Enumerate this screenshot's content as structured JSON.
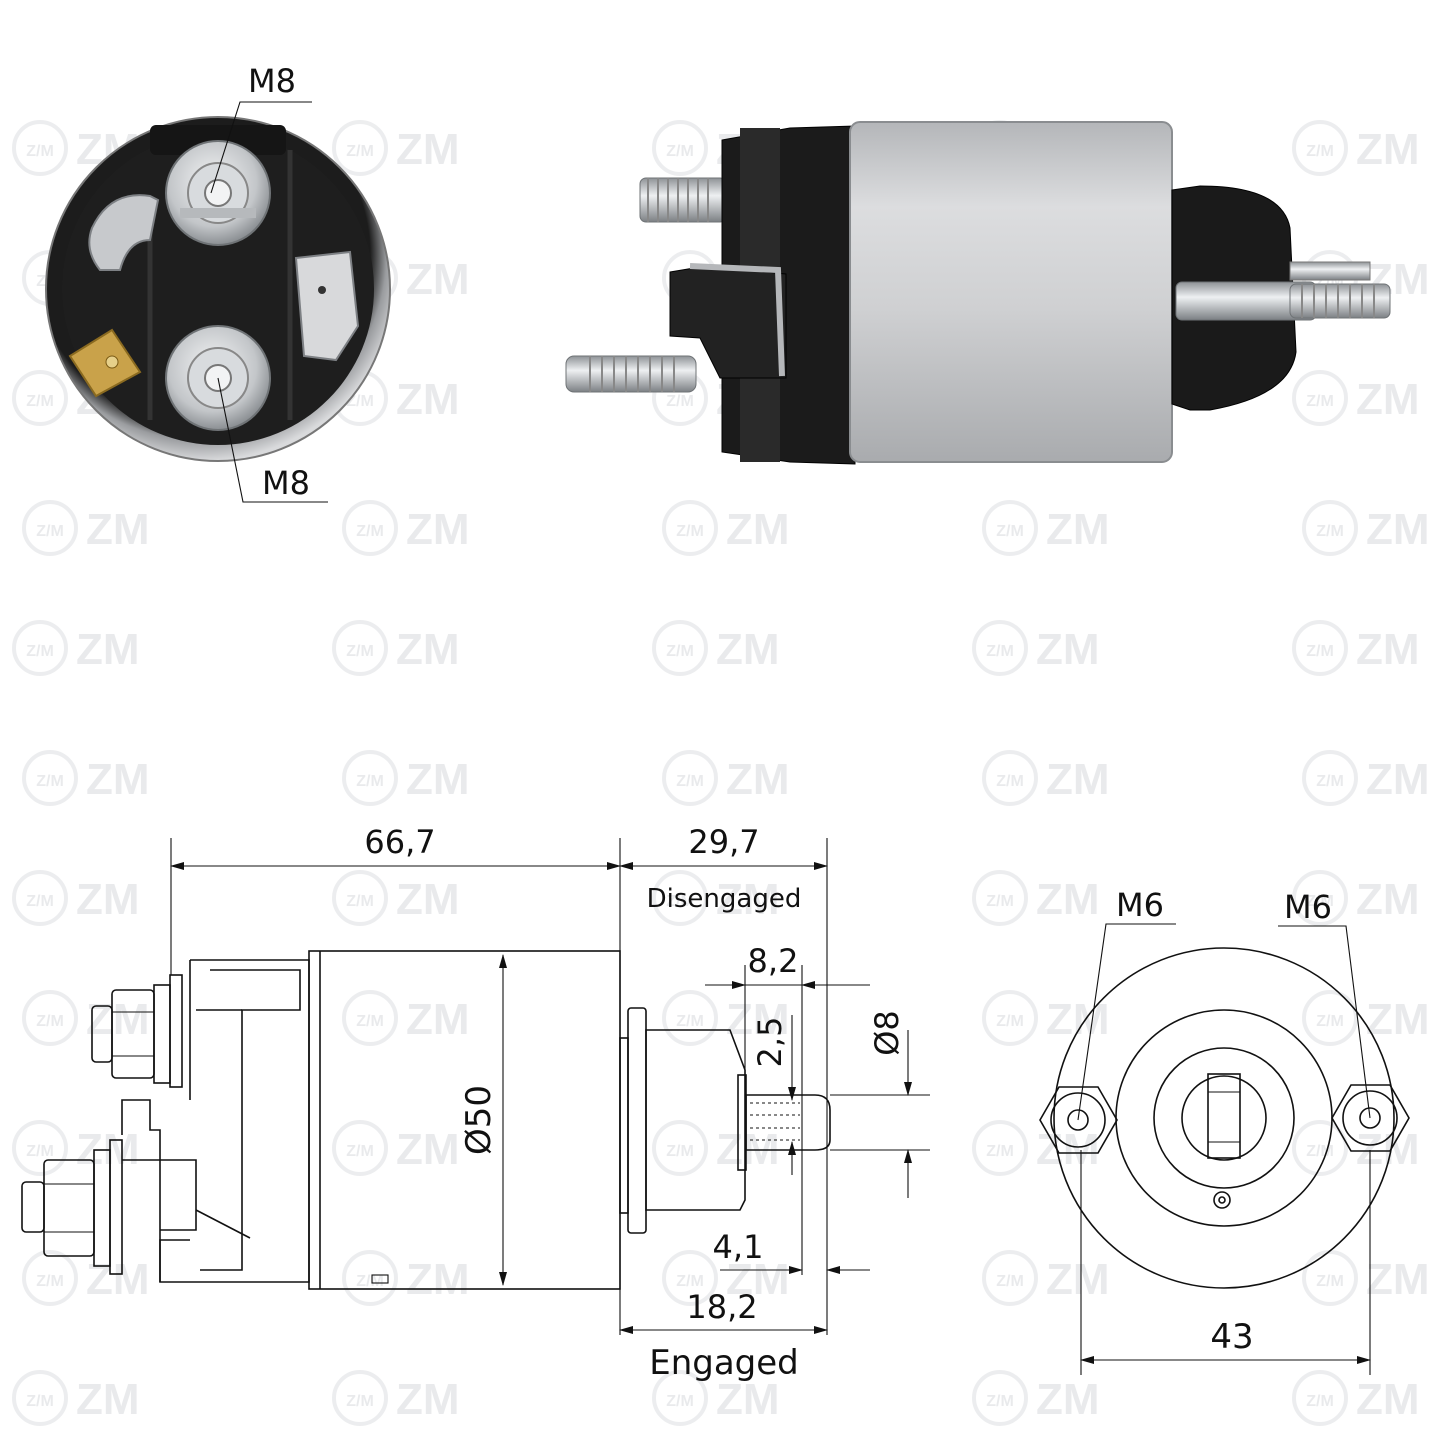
{
  "watermark": {
    "brand_mark": "ZM",
    "logo_text": "Z/M",
    "color": "#d7d9dc"
  },
  "photos": {
    "front_view": {
      "top_terminal_label": "M8",
      "bottom_terminal_label": "M8"
    },
    "side_view": {
      "body_color": "#c9cacc",
      "cap_color": "#1b1b1b"
    }
  },
  "drawing": {
    "body_length": "66,7",
    "plunger_travel_disengaged": "29,7",
    "disengaged_label": "Disengaged",
    "dim_8_2": "8,2",
    "dim_2_5": "2,5",
    "dim_diameter_8": "Ø8",
    "dim_diameter_50": "Ø50",
    "dim_4_1": "4,1",
    "plunger_travel_engaged": "18,2",
    "engaged_label": "Engaged",
    "end_view": {
      "left_terminal_label": "M6",
      "right_terminal_label": "M6",
      "width": "43"
    }
  },
  "colors": {
    "line": "#111111",
    "metal": "#c9cacc",
    "plastic": "#1b1b1b",
    "brass": "#c9a24a"
  }
}
